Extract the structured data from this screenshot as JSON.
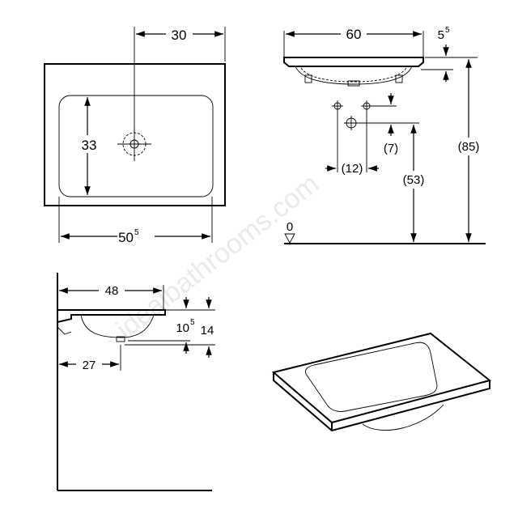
{
  "watermark": "idealbathrooms.com",
  "top_view": {
    "width": {
      "main": "50",
      "sup": "5"
    },
    "depth": "33",
    "tap_offset": "30"
  },
  "front_view": {
    "width": "60",
    "rim": {
      "main": "5",
      "sup": "5"
    },
    "waste_offset": "(7)",
    "waste_spacing": "(12)",
    "waste_height": "(53)",
    "total_height": "(85)",
    "floor_label": "0"
  },
  "side_view": {
    "depth": "48",
    "drain_offset": "27",
    "bowl_depth": {
      "main": "10",
      "sup": "5"
    },
    "total_depth": "14"
  },
  "colors": {
    "line": "#000000",
    "background": "#ffffff",
    "watermark": "#d8d8d8"
  }
}
